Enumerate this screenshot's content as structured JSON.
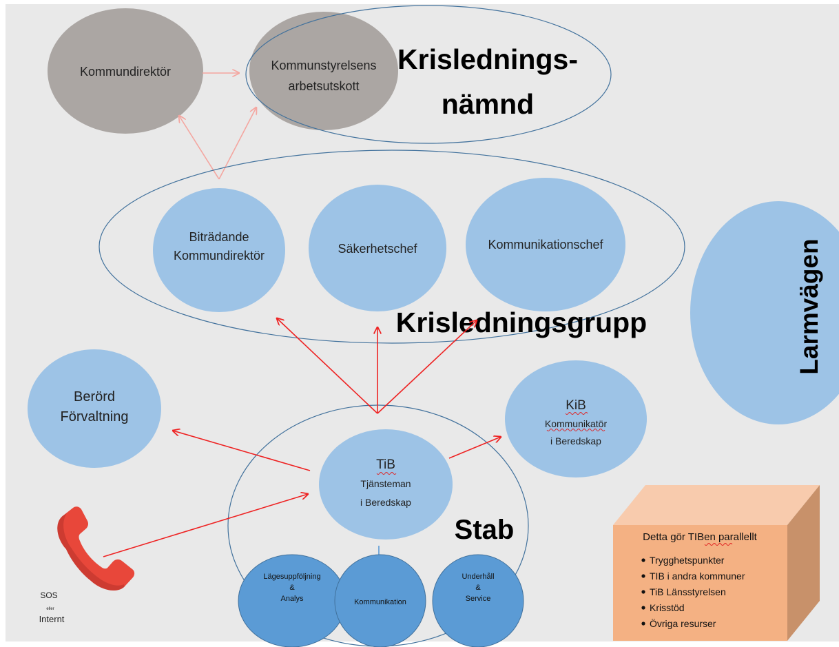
{
  "nodes": {
    "kommundirektor": "Kommundirektör",
    "ks_au_line1": "Kommunstyrelsens",
    "ks_au_line2": "arbetsutskott",
    "krisledningsnamnd_line1": "Krislednings-",
    "krisledningsnamnd_line2": "nämnd",
    "bitradande_line1": "Biträdande",
    "bitradande_line2": "Kommundirektör",
    "sakerhetschef": "Säkerhetschef",
    "kommunikationschef": "Kommunikationschef",
    "krisledningsgrupp": "Krisledningsgrupp",
    "larmvagen": "Larmvägen",
    "berord_line1": "Berörd",
    "berord_line2": "Förvaltning",
    "kib_title": "KiB",
    "kib_line1": "Kommunikatör",
    "kib_line2": "i Beredskap",
    "tib_title": "TiB",
    "tib_line1": "Tjänsteman",
    "tib_line2": "i Beredskap",
    "stab": "Stab",
    "lage_line1": "Lägesuppföljning",
    "lage_line2": "&",
    "lage_line3": "Analys",
    "kommunikation": "Kommunikation",
    "underhall_line1": "Underhåll",
    "underhall_line2": "&",
    "underhall_line3": "Service",
    "sos_line1": "SOS",
    "sos_line2": "eller",
    "sos_line3": "Internt"
  },
  "parallel_box": {
    "title": "Detta gör TIBen parallellt",
    "items": [
      "Trygghetspunkter",
      "TIB i andra kommuner",
      "TiB Länsstyrelsen",
      "Krisstöd",
      "Övriga resurser"
    ]
  },
  "colors": {
    "background": "#e9e9e9",
    "gray_circle": "#aba6a3",
    "light_blue": "#9dc3e6",
    "mid_blue": "#5b9bd5",
    "outline": "#41719c",
    "arrow_red": "#ee2222",
    "arrow_pink": "#f4a6a0",
    "box_front": "#f4b183",
    "box_top": "#f8cbad",
    "box_side": "#c8916a",
    "phone_red": "#e8473a"
  }
}
